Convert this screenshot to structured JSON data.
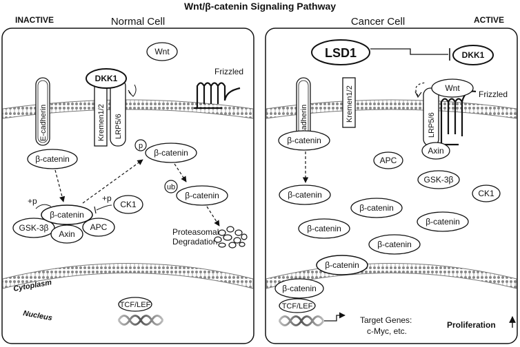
{
  "title": "Wnt/β-catenin Signaling Pathway",
  "left_panel": {
    "status": "INACTIVE",
    "heading": "Normal Cell",
    "wnt": "Wnt",
    "dkk1": "DKK1",
    "kremen": "Kremen1/2",
    "lrp": "LRP5/6",
    "frizzled": "Frizzled",
    "ecadherin": "E-cadherin",
    "bcat_membrane": "β-catenin",
    "bcat_complex": "β-catenin",
    "bcat_phospho": "β-catenin",
    "bcat_ub": "β-catenin",
    "p_badge": "p",
    "ub_badge": "ub",
    "plus_p_left": "+p",
    "plus_p_right": "+p",
    "ck1": "CK1",
    "gsk3b": "GSK-3β",
    "axin": "Axin",
    "apc": "APC",
    "degradation_line1": "Proteasomal",
    "degradation_line2": "Degradation",
    "cytoplasm": "Cytoplasm",
    "nucleus": "Nucleus",
    "tcf_lef": "TCF/LEF"
  },
  "right_panel": {
    "status": "ACTIVE",
    "heading": "Cancer Cell",
    "lsd1": "LSD1",
    "dkk1": "DKK1",
    "ecadherin": "E-cadherin",
    "kremen": "Kremen1/2",
    "wnt": "Wnt",
    "lrp": "LRP5/6",
    "frizzled": "Frizzled",
    "axin": "Axin",
    "apc": "APC",
    "gsk3b": "GSK-3β",
    "ck1": "CK1",
    "bcat": [
      "β-catenin",
      "β-catenin",
      "β-catenin",
      "β-catenin",
      "β-catenin",
      "β-catenin",
      "β-catenin",
      "β-catenin"
    ],
    "tcf_lef": "TCF/LEF",
    "target_line1": "Target Genes:",
    "target_line2": "c-Myc, etc.",
    "proliferation": "Proliferation"
  }
}
